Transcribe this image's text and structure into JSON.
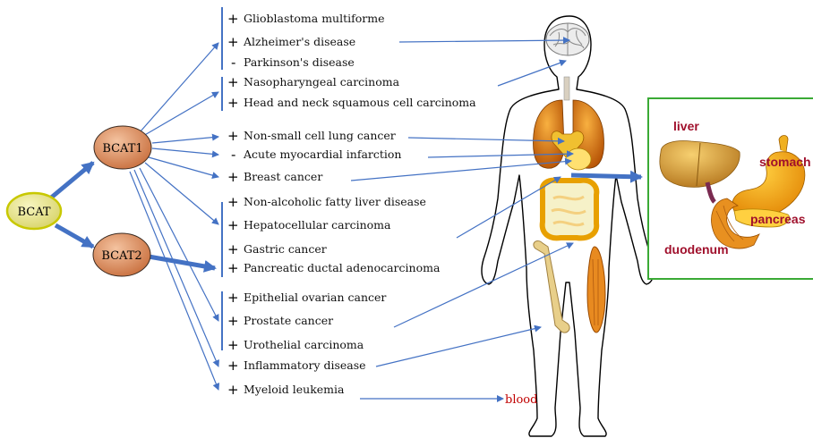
{
  "nodes": {
    "root": "BCAT",
    "bcat1": "BCAT1",
    "bcat2": "BCAT2"
  },
  "groups": [
    {
      "id": "brain",
      "items": [
        {
          "sign": "+",
          "label": "Glioblastoma multiforme"
        },
        {
          "sign": "+",
          "label": "Alzheimer's disease"
        },
        {
          "sign": "-",
          "label": "Parkinson's disease"
        }
      ]
    },
    {
      "id": "head-neck",
      "items": [
        {
          "sign": "+",
          "label": "Nasopharyngeal carcinoma"
        },
        {
          "sign": "+",
          "label": "Head and neck squamous cell carcinoma"
        }
      ]
    },
    {
      "id": "single-a",
      "items": [
        {
          "sign": "+",
          "label": "Non-small cell lung cancer"
        },
        {
          "sign": "-",
          "label": "Acute myocardial infarction"
        },
        {
          "sign": "+",
          "label": "Breast cancer"
        }
      ]
    },
    {
      "id": "digestive",
      "items": [
        {
          "sign": "+",
          "label": "Non-alcoholic fatty liver disease"
        },
        {
          "sign": "+",
          "label": "Hepatocellular carcinoma"
        },
        {
          "sign": "+",
          "label": "Gastric cancer"
        },
        {
          "sign": "+",
          "label": "Pancreatic ductal adenocarcinoma"
        }
      ]
    },
    {
      "id": "pelvic",
      "items": [
        {
          "sign": "+",
          "label": "Epithelial ovarian cancer"
        },
        {
          "sign": "+",
          "label": "Prostate cancer"
        },
        {
          "sign": "+",
          "label": "Urothelial carcinoma"
        }
      ]
    },
    {
      "id": "single-b",
      "items": [
        {
          "sign": "+",
          "label": "Inflammatory disease"
        },
        {
          "sign": "+",
          "label": "Myeloid leukemia"
        }
      ]
    }
  ],
  "organs": {
    "liver": "liver",
    "stomach": "stomach",
    "pancreas": "pancreas",
    "duodenum": "duodenum",
    "blood": "blood"
  },
  "colors": {
    "arrow": "#4472c4",
    "node_fill": "#d98a5f",
    "root_fill": "#e2e08a",
    "root_stroke": "#c8c800",
    "organ_label": "#a0102c",
    "inset_border": "#3aaa35",
    "blood": "#c00000"
  }
}
